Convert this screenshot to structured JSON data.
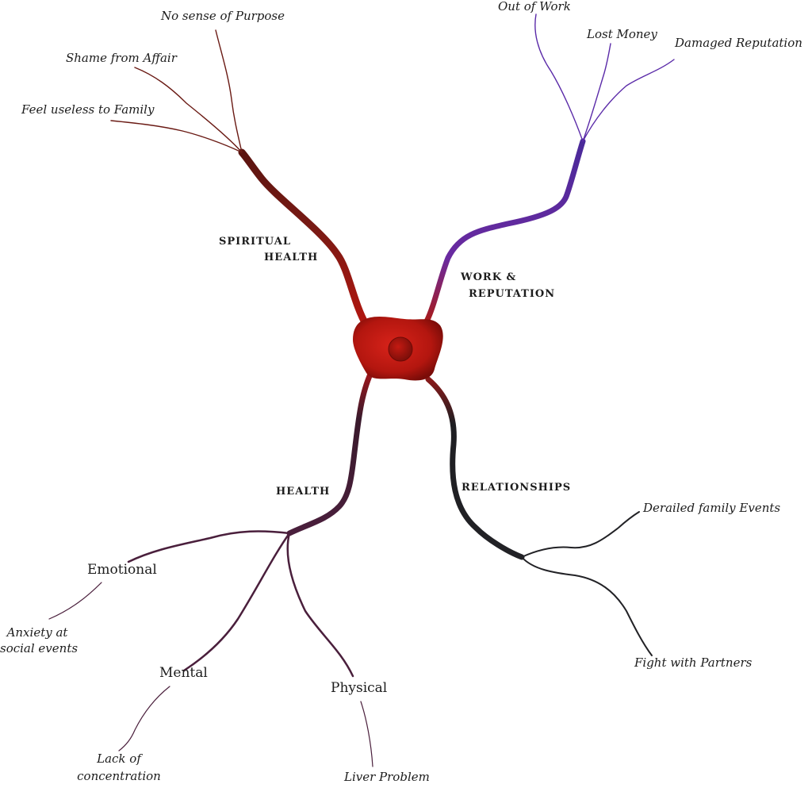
{
  "colors": {
    "center": "#b3160f",
    "spiritual": "#7a1a14",
    "work": "#5a2aa8",
    "health": "#4a1f3c",
    "relationships": "#1e1e22",
    "text": "#1c1c1c"
  },
  "branches": {
    "spiritual": {
      "label_line1": "SPIRITUAL",
      "label_line2": "HEALTH",
      "leaves": [
        "No sense of Purpose",
        "Shame from Affair",
        "Feel useless to Family"
      ]
    },
    "work": {
      "label_line1": "WORK &",
      "label_line2": "REPUTATION",
      "leaves": [
        "Out of Work",
        "Lost Money",
        "Damaged Reputation"
      ]
    },
    "health": {
      "label": "HEALTH",
      "emotional": {
        "label": "Emotional",
        "leaf_line1": "Anxiety at",
        "leaf_line2": "social events"
      },
      "mental": {
        "label": "Mental",
        "leaf_line1": "Lack of",
        "leaf_line2": "concentration"
      },
      "physical": {
        "label": "Physical",
        "leaf": "Liver Problem"
      }
    },
    "relationships": {
      "label": "RELATIONSHIPS",
      "leaves": [
        "Derailed family Events",
        "Fight with Partners"
      ]
    }
  }
}
